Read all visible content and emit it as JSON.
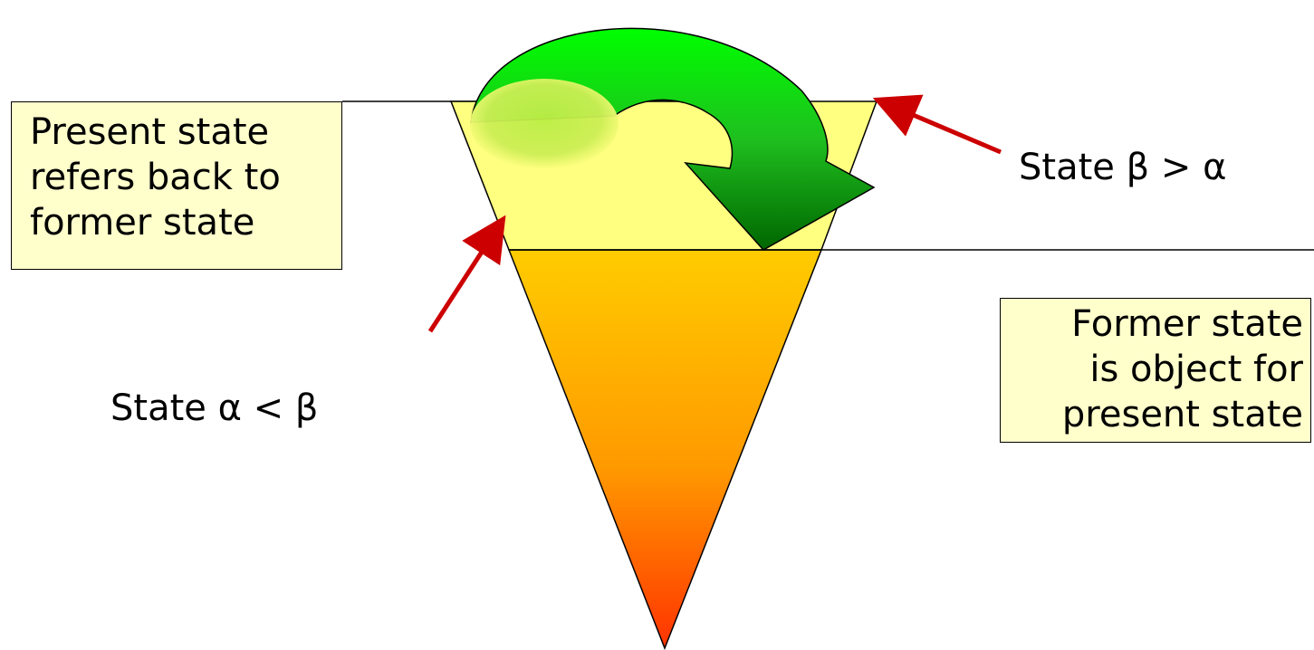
{
  "labels": {
    "present_state": [
      "Present state",
      "refers back to",
      "former state"
    ],
    "former_state": [
      "Former state",
      "is object for",
      "present state"
    ],
    "state_beta": "State β > α",
    "state_alpha": "State α < β"
  },
  "colors": {
    "upper_band_fill": "#ffff80",
    "cone_gradient_top": "#ffcc00",
    "cone_gradient_bottom": "#ff3300",
    "arrow_gradient_top": "#00ff00",
    "arrow_gradient_bottom": "#006600",
    "pointer_arrow": "#cc0000",
    "label_box_fill": "#ffffcc"
  }
}
